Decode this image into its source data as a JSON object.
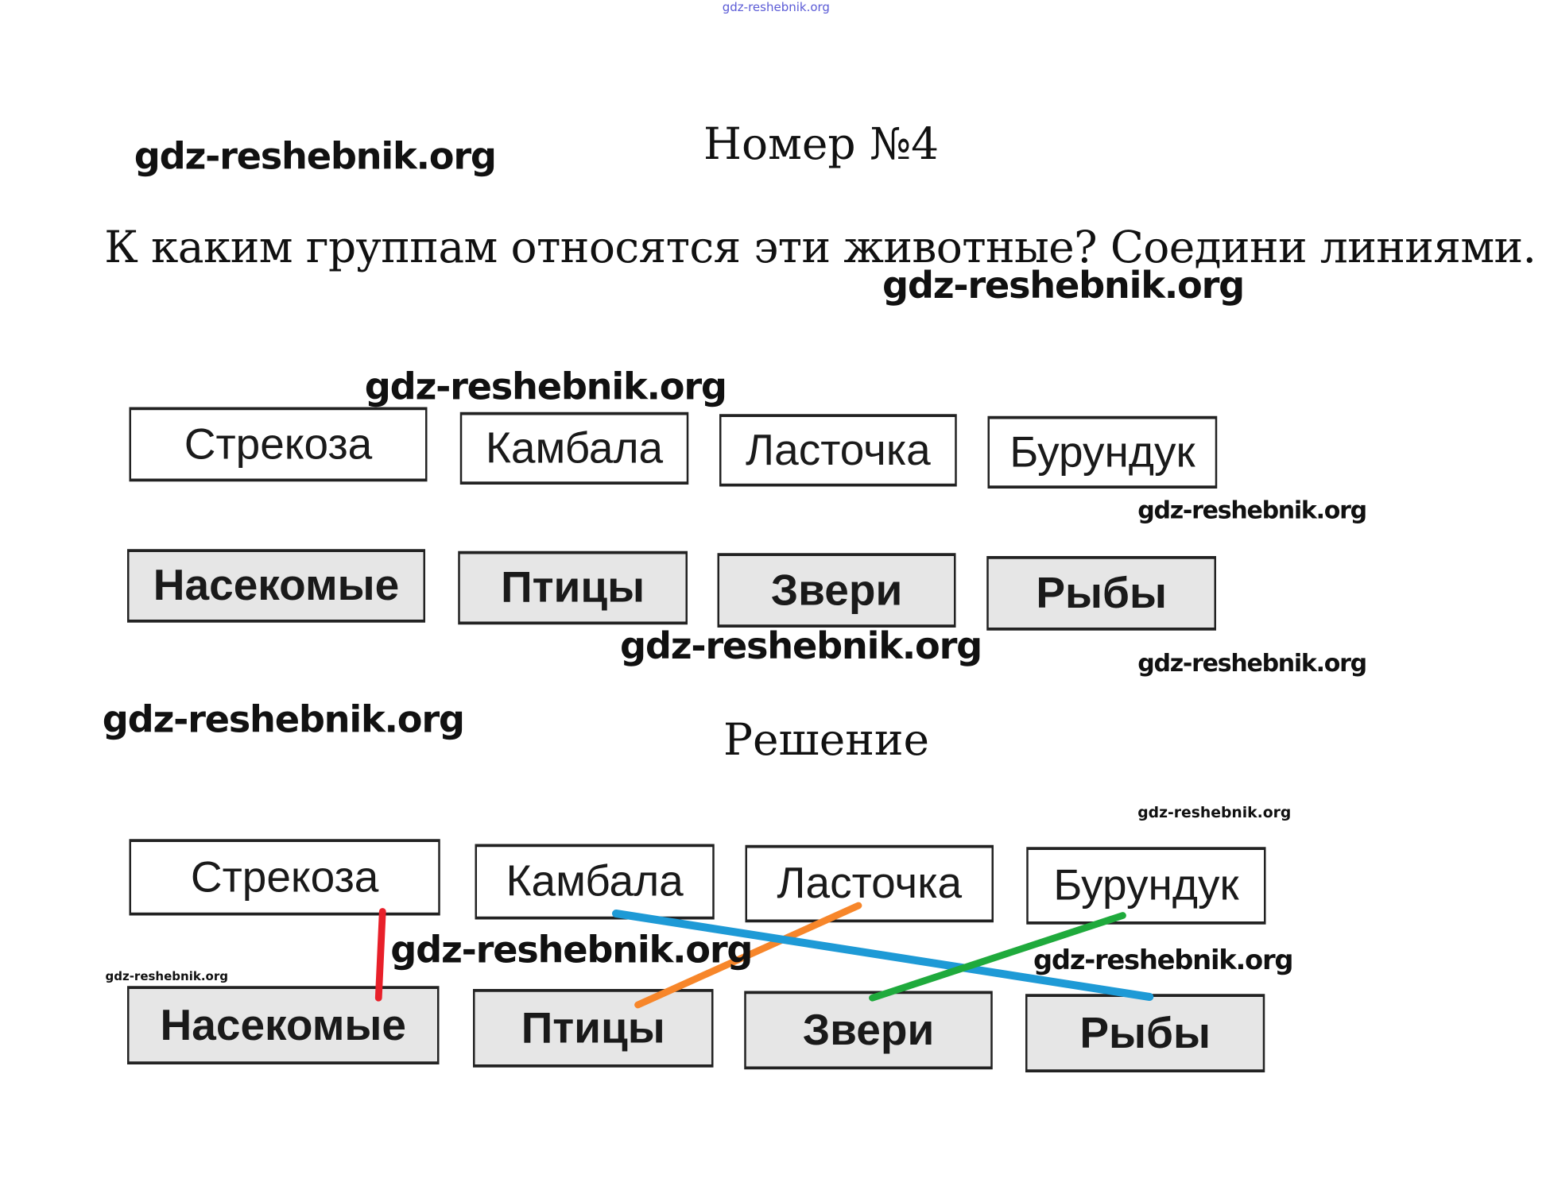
{
  "watermark": "gdz-reshebnik.org",
  "title": "Номер №4",
  "question": "К каким группам относятся эти животные? Соедини линиями.",
  "animals": [
    "Стрекоза",
    "Камбала",
    "Ласточка",
    "Бурундук"
  ],
  "groups": [
    "Насекомые",
    "Птицы",
    "Звери",
    "Рыбы"
  ],
  "solution_title": "Решение",
  "solution_links": [
    {
      "animal": "Стрекоза",
      "group": "Насекомые",
      "color": "#e8202a"
    },
    {
      "animal": "Ласточка",
      "group": "Птицы",
      "color": "#f7862a"
    },
    {
      "animal": "Камбала",
      "group": "Рыбы",
      "color": "#1e9ad6"
    },
    {
      "animal": "Бурундук",
      "group": "Звери",
      "color": "#1faa3c"
    }
  ]
}
